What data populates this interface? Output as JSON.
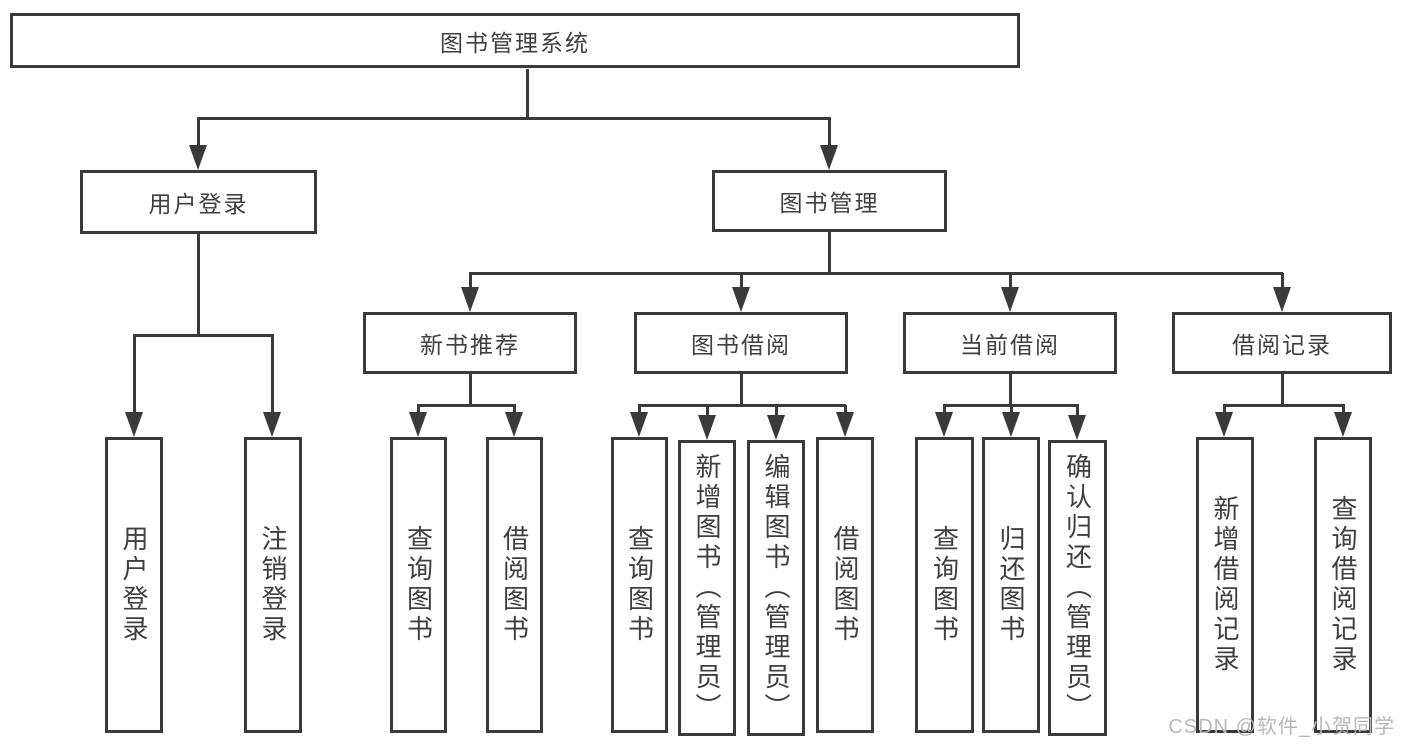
{
  "colors": {
    "line": "#3a3a3a",
    "text": "#3f3f3f",
    "background": "#ffffff",
    "watermark": "#b8b8b8"
  },
  "nodes": {
    "root": {
      "label": "图书管理系统"
    },
    "user_login": {
      "label": "用户登录"
    },
    "book_mgmt": {
      "label": "图书管理"
    },
    "new_book_rec": {
      "label": "新书推荐"
    },
    "book_borrow": {
      "label": "图书借阅"
    },
    "current_borrow": {
      "label": "当前借阅"
    },
    "borrow_records": {
      "label": "借阅记录"
    },
    "leaf_user_login": {
      "label": "用户登录"
    },
    "leaf_logout": {
      "label": "注销登录"
    },
    "leaf_rec_query": {
      "label": "查询图书"
    },
    "leaf_rec_borrow": {
      "label": "借阅图书"
    },
    "leaf_bb_query": {
      "label": "查询图书"
    },
    "leaf_bb_add": {
      "label": "新增图书（管理员）"
    },
    "leaf_bb_edit": {
      "label": "编辑图书（管理员）"
    },
    "leaf_bb_borrow": {
      "label": "借阅图书"
    },
    "leaf_cb_query": {
      "label": "查询图书"
    },
    "leaf_cb_return": {
      "label": "归还图书"
    },
    "leaf_cb_confirm": {
      "label": "确认归还（管理员）"
    },
    "leaf_br_add": {
      "label": "新增借阅记录"
    },
    "leaf_br_query": {
      "label": "查询借阅记录"
    }
  },
  "watermark": {
    "text": "CSDN @软件_小贺同学"
  }
}
